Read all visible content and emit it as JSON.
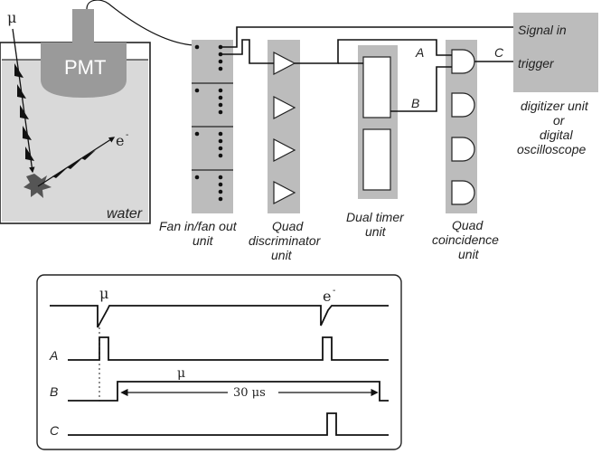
{
  "detector": {
    "pmt_label": "PMT",
    "muon_symbol": "μ",
    "electron_symbol": "e",
    "electron_superscript": "-",
    "medium_label": "water"
  },
  "modules": {
    "fan": {
      "line1": "Fan in/fan out",
      "line2": "unit"
    },
    "discriminator": {
      "line1": "Quad",
      "line2": "discriminator",
      "line3": "unit"
    },
    "timer": {
      "line1": "Dual timer",
      "line2": "unit"
    },
    "coincidence": {
      "line1": "Quad",
      "line2": "coincidence",
      "line3": "unit"
    },
    "digitizer": {
      "input_signal": "Signal in",
      "input_trigger": "trigger",
      "caption": [
        "digitizer unit",
        "or",
        "digital",
        "oscilloscope"
      ]
    }
  },
  "wire_labels": {
    "a": "A",
    "b": "B",
    "c": "C"
  },
  "timing": {
    "muon_symbol": "μ",
    "electron_symbol": "e",
    "electron_superscript": "-",
    "rows": [
      "A",
      "B",
      "C"
    ],
    "gate_symbol": "μ",
    "gate_duration": "30 μs"
  }
}
